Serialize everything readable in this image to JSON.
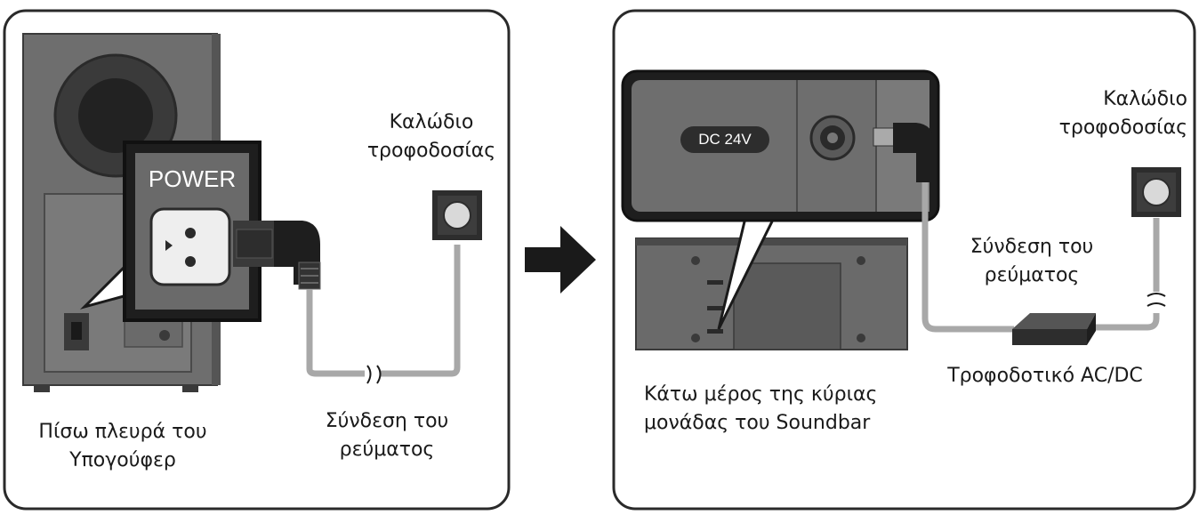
{
  "left_panel": {
    "power_label": "POWER",
    "cable_label": [
      "Καλώδιο",
      "τροφοδοσίας"
    ],
    "connection_label": [
      "Σύνδεση του",
      "ρεύματος"
    ],
    "subwoofer_label": [
      "Πίσω πλευρά του",
      "Υπογούφερ"
    ]
  },
  "right_panel": {
    "dc_badge": "DC 24V",
    "cable_label": [
      "Καλώδιο",
      "τροφοδοσίας"
    ],
    "connection_label": [
      "Σύνδεση του",
      "ρεύματος"
    ],
    "adapter_label": "Τροφοδοτικό AC/DC",
    "soundbar_label": [
      "Κάτω μέρος της κύριας",
      "μονάδας του Soundbar"
    ]
  },
  "colors": {
    "panel_border": "#2a2a2a",
    "subwoofer_body": "#6e6e6e",
    "cable": "#a8a8a8",
    "dark": "#2d2d2d"
  },
  "icons": [
    "outlet-icon",
    "arrow-right-icon",
    "plug-icon",
    "cable-break-icon"
  ]
}
